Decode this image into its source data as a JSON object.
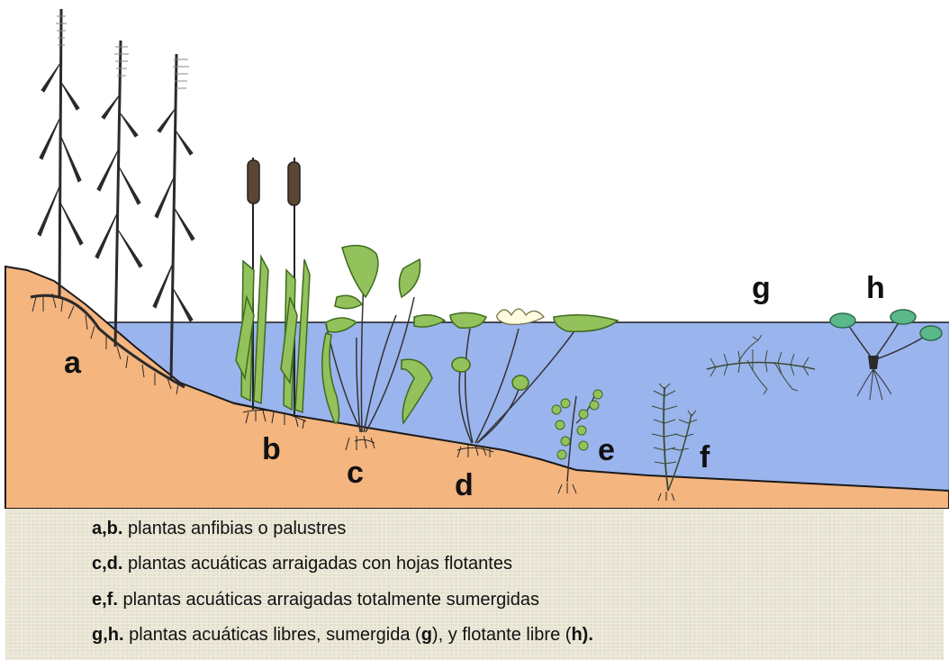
{
  "labels": {
    "a": "a",
    "b": "b",
    "c": "c",
    "d": "d",
    "e": "e",
    "f": "f",
    "g": "g",
    "h": "h"
  },
  "legend": {
    "items": [
      {
        "key": "a,b.",
        "text": " plantas anfibias o palustres"
      },
      {
        "key": "c,d.",
        "text": " plantas acuáticas arraigadas con hojas flotantes"
      },
      {
        "key": "e,f.",
        "text": " plantas acuáticas arraigadas totalmente sumergidas"
      },
      {
        "key": "g,h.",
        "text": " plantas acuáticas libres, sumergida (",
        "em1": "g",
        "mid": "), y flotante libre (",
        "em2": "h",
        "end": ")."
      }
    ]
  },
  "colors": {
    "soil": "#f5b57f",
    "water": "#9ab4ee",
    "leaf": "#93c15b",
    "stem": "#2a2a2a",
    "legend_bg": "#e9e5d4"
  }
}
